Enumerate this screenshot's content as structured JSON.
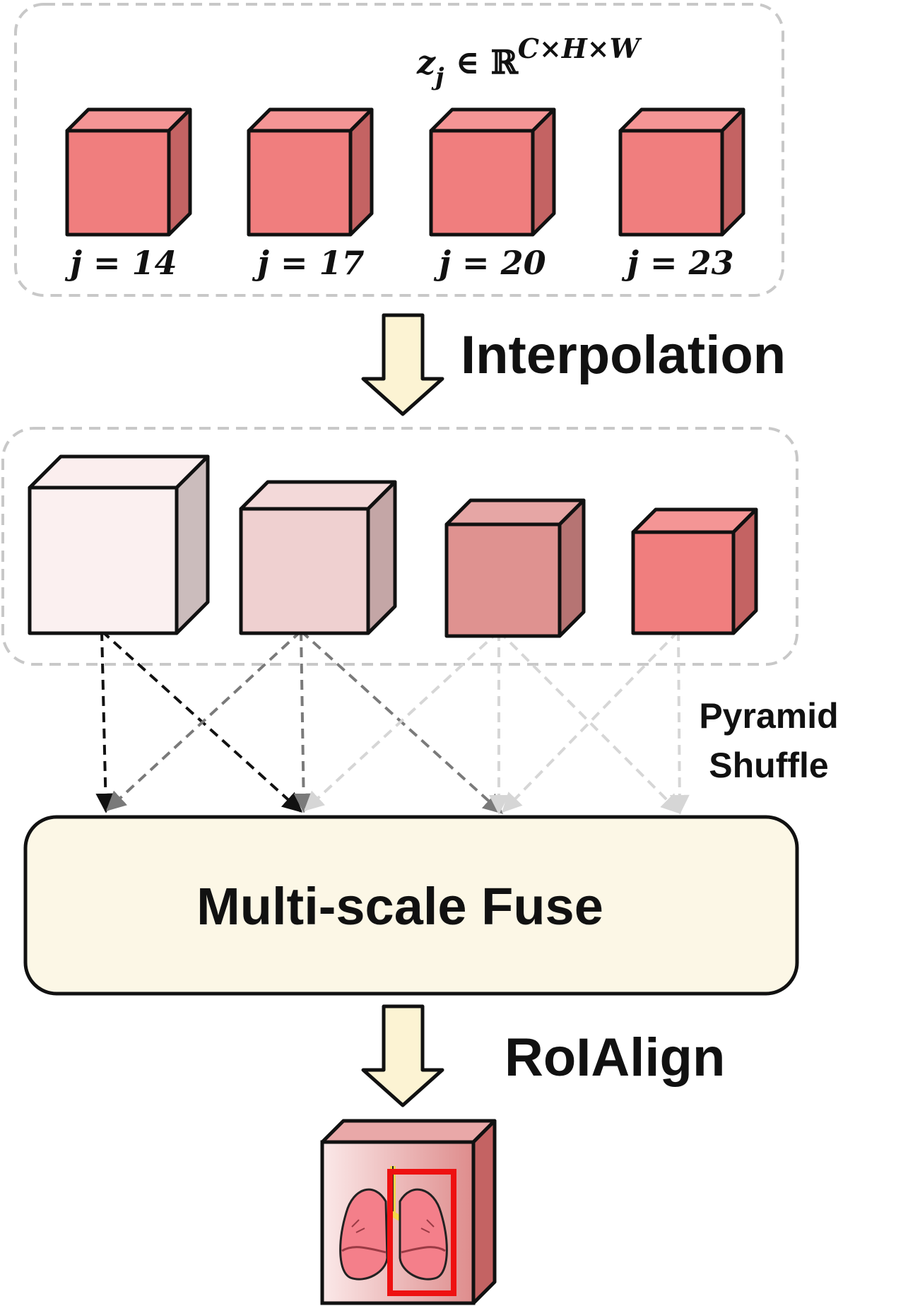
{
  "top_group": {
    "formula": {
      "base": "z",
      "sub": "j",
      "rel": " ∈ ℝ",
      "sup": "C×H×W"
    },
    "j_labels": [
      "j = 14",
      "j = 17",
      "j = 20",
      "j = 23"
    ],
    "cube_colors": {
      "front": "#f07e7e",
      "top": "#f49595",
      "side": "#c46363"
    }
  },
  "step1": {
    "label": "Interpolation"
  },
  "pyramid_cubes": [
    {
      "front": "#fbf0f0",
      "top": "#fbeeee",
      "side": "#cbbcbc"
    },
    {
      "front": "#efd0d0",
      "top": "#f3d9d9",
      "side": "#c4a6a6"
    },
    {
      "front": "#df9290",
      "top": "#e6a6a5",
      "side": "#b67473"
    },
    {
      "front": "#f07e7e",
      "top": "#f49595",
      "side": "#c46363"
    }
  ],
  "shuffle": {
    "line1": "Pyramid",
    "line2": "Shuffle"
  },
  "fuse_box": {
    "label": "Multi-scale Fuse",
    "fill": "#fcf7e6"
  },
  "step2": {
    "label": "RoIAlign"
  },
  "roi": {
    "box_color": "#ee1111",
    "icon": "lungs-icon"
  },
  "colors": {
    "arrow_fill": "#fcf3d3",
    "dash_border": "#c8c8c8",
    "stroke": "#111111"
  }
}
